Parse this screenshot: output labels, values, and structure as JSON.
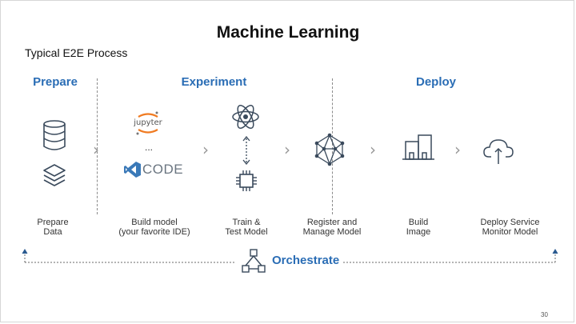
{
  "title": "Machine Learning",
  "subtitle": "Typical E2E Process",
  "phases": {
    "prepare": "Prepare",
    "experiment": "Experiment",
    "deploy": "Deploy"
  },
  "steps": [
    {
      "line1": "Prepare",
      "line2": "Data"
    },
    {
      "line1": "Build model",
      "line2": "(your favorite IDE)"
    },
    {
      "line1": "Train &",
      "line2": "Test Model"
    },
    {
      "line1": "Register and",
      "line2": "Manage Model"
    },
    {
      "line1": "Build",
      "line2": "Image"
    },
    {
      "line1": "Deploy Service",
      "line2": "Monitor Model"
    }
  ],
  "icons": {
    "jupyter_text": "jupyter",
    "ellipsis": "...",
    "code_text": "CODE"
  },
  "orchestrate": "Orchestrate",
  "page_number": "30",
  "colors": {
    "accent": "#2a6db5",
    "icon": "#3a4a5c"
  }
}
